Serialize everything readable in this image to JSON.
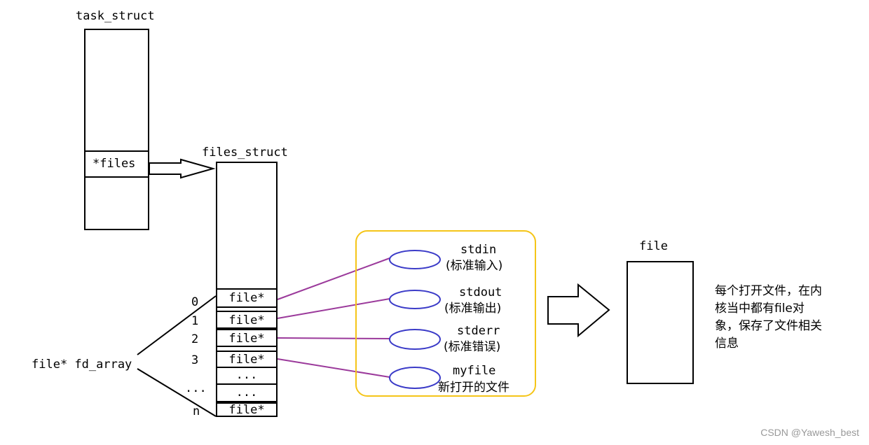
{
  "task_struct": {
    "title": "task_struct",
    "files_field": "*files"
  },
  "files_struct": {
    "title": "files_struct",
    "slots": [
      {
        "index": "0",
        "label": "file*"
      },
      {
        "index": "1",
        "label": "file*"
      },
      {
        "index": "2",
        "label": "file*"
      },
      {
        "index": "3",
        "label": "file*"
      },
      {
        "index": "",
        "label": "..."
      },
      {
        "index": "...",
        "label": "..."
      },
      {
        "index": "n",
        "label": "file*"
      }
    ],
    "fd_array_label": "file* fd_array"
  },
  "streams": [
    {
      "name": "stdin",
      "desc": "(标准输入)"
    },
    {
      "name": "stdout",
      "desc": "(标准输出)"
    },
    {
      "name": "stderr",
      "desc": "(标准错误)"
    },
    {
      "name": "myfile",
      "desc": "新打开的文件"
    }
  ],
  "file": {
    "title": "file"
  },
  "note_lines": [
    "每个打开文件，在内",
    "核当中都有file对",
    "象，保存了文件相关",
    "信息"
  ],
  "watermark": "CSDN @Yawesh_best",
  "colors": {
    "connector": "#9b3a9b",
    "ellipse": "#3b3bc8",
    "group_border": "#f5c518"
  }
}
